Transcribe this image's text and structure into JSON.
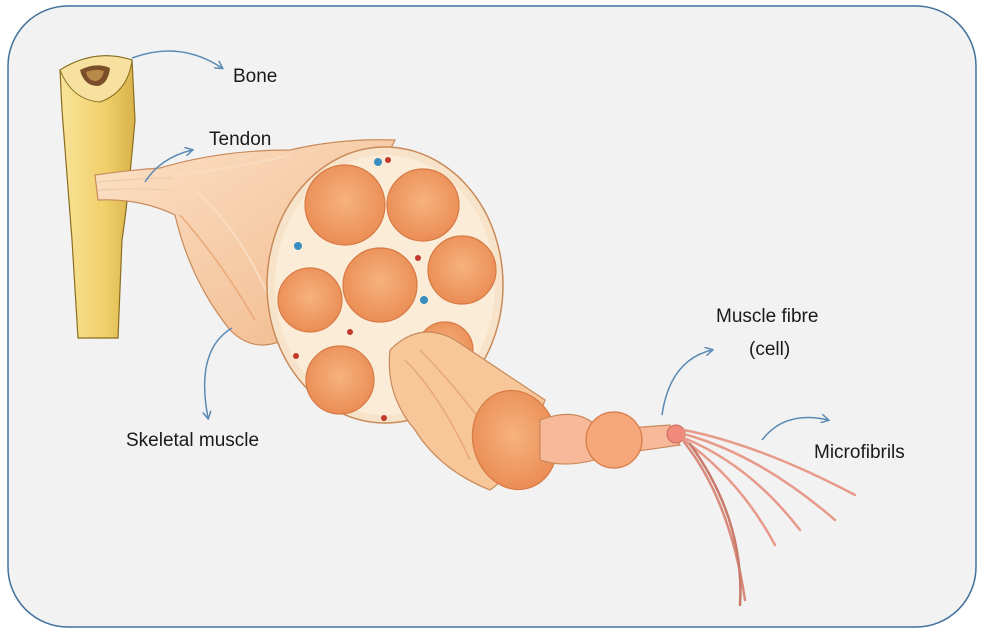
{
  "labels": {
    "bone": "Bone",
    "tendon": "Tendon",
    "skeletal_muscle": "Skeletal muscle",
    "muscle_fibre_line1": "Muscle fibre",
    "muscle_fibre_line2": "(cell)",
    "microfibrils": "Microfibrils"
  },
  "colors": {
    "panel_fill": "#f2f2f2",
    "panel_border": "#41719c",
    "bone": "#f3d77a",
    "muscle": "#f7c9a0",
    "fascicle": "#f2a06a",
    "arrow": "#5b8bb5"
  }
}
